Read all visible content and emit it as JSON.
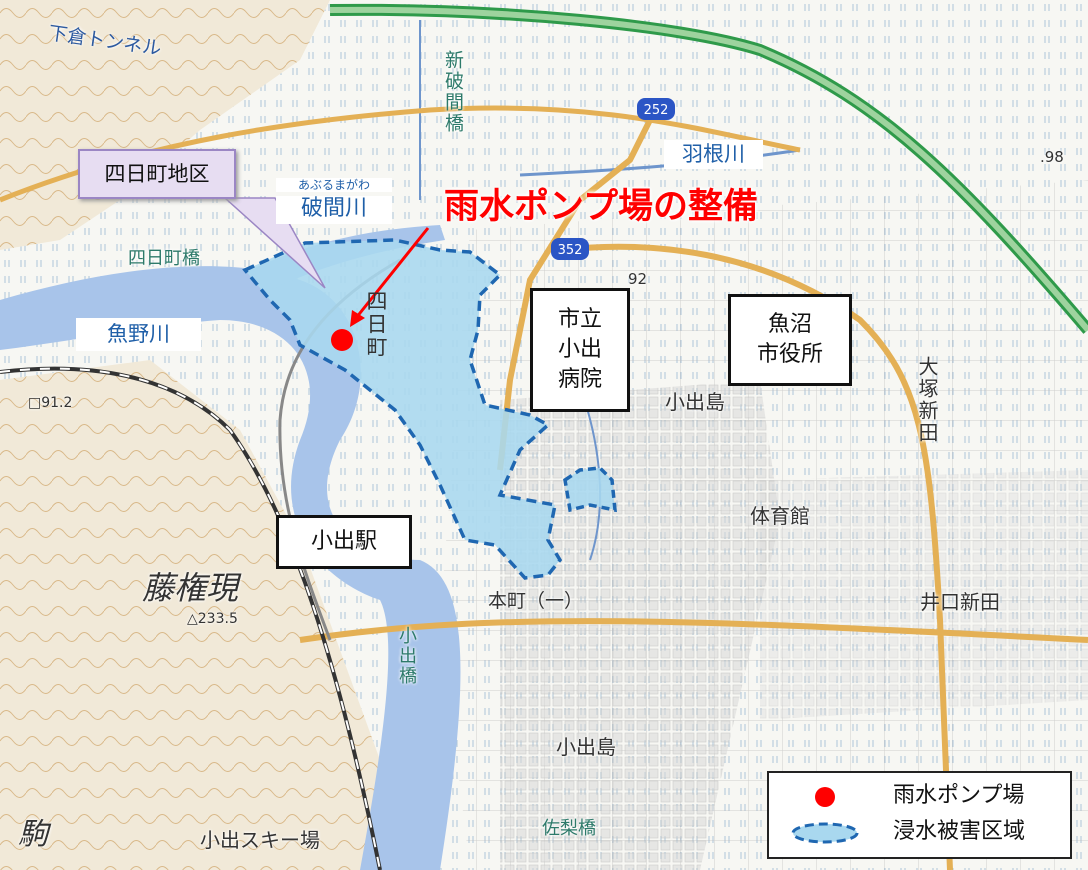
{
  "labels": {
    "district_box": "四日町地区",
    "habuma_furigana": "あぶるまがわ",
    "habuma_river": "破間川",
    "title": "雨水ポンプ場の整備",
    "hane_river": "羽根川",
    "uono_river": "魚野川",
    "hospital": "市立\n小出\n病院",
    "city_office": "魚沼\n市役所",
    "station": "小出駅",
    "yokkamachi_bridge": "四日町橋",
    "yokkamachi": "四日町",
    "shin_habuma_bridge": "新破間橋",
    "shimokura_tunnel": "下倉トンネル",
    "koidejima_1": "小出島",
    "koidejima_2": "小出島",
    "otsuka_shinden": "大塚新田",
    "gymnasium": "体育館",
    "iguchi_shinden": "井口新田",
    "honcho": "本町（一）",
    "fujigongen": "藤権現",
    "koide_bridge": "小出橋",
    "sarinashi_bridge": "佐梨橋",
    "koide_ski": "小出スキー場",
    "koma_partial": "駒",
    "route_252": "252",
    "route_352": "352",
    "elev_98": ".98",
    "elev_92": "92",
    "elev_912": "□91.2",
    "elev_2335": "△233.5"
  },
  "legend": {
    "pump_label": "雨水ポンプ場",
    "flood_label": "浸水被害区域"
  },
  "colors": {
    "flood_fill": "#a9d8ef",
    "flood_border": "#1f67b1",
    "pump": "#ff0000",
    "title": "#ff0000",
    "river": "#7aa0d6",
    "callout": "#e7ddf2"
  }
}
